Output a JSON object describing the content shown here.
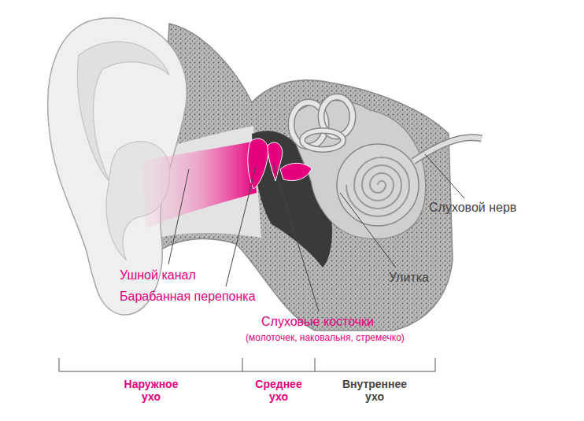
{
  "diagram": {
    "labels": [
      "Слуховой нерв",
      "Ушной канал",
      "Барабанная перепонка",
      "Улитка",
      "Слуховые косточки",
      "(молоточек, наковальня, стремечко)",
      "Наружное ухо",
      "Среднее ухо",
      "Внутреннее ухо"
    ]
  }
}
